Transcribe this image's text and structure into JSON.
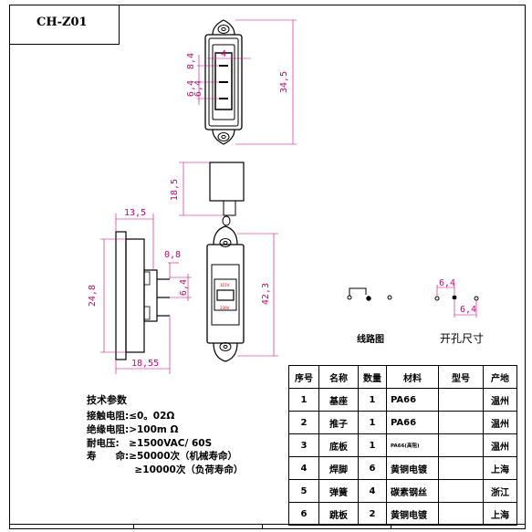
{
  "title": "CH-Z01",
  "top_view": {
    "dims": [
      "4",
      "8,4",
      "6,4",
      "6,4",
      "34,5"
    ]
  },
  "side_view": {
    "dims": [
      "13,5",
      "0,8",
      "6,4",
      "24,8",
      "18,55",
      "18,5"
    ]
  },
  "front_view": {
    "dims": [
      "42,3"
    ],
    "voltage_upper": "115V",
    "voltage_lower": "230V"
  },
  "hole_view": {
    "dims": [
      "6,4",
      "6,4"
    ]
  },
  "captions": {
    "wiring": "线路图",
    "hole": "开孔尺寸"
  },
  "specs": {
    "heading": "技术参数",
    "lines": [
      "接触电阻:≤0。02Ω",
      "绝缘电阻:>100m Ω",
      "耐电压:　≥1500VAC/ 60S",
      "寿　　命:≥50000次（机械寿命）",
      "　　　　　≥10000次（负荷寿命）"
    ]
  },
  "bom": {
    "headers": [
      "序号",
      "名称",
      "数量",
      "材料",
      "型号",
      "产地"
    ],
    "rows": [
      [
        "1",
        "基座",
        "1",
        "PA66",
        "",
        "温州"
      ],
      [
        "2",
        "推子",
        "1",
        "PA66",
        "",
        "温州"
      ],
      [
        "3",
        "底板",
        "1",
        "PA66(高阻)",
        "",
        "温州"
      ],
      [
        "4",
        "焊脚",
        "6",
        "黄铜电镀",
        "",
        "上海"
      ],
      [
        "5",
        "弹簧",
        "4",
        "碳素钢丝",
        "",
        "浙江"
      ],
      [
        "6",
        "跳板",
        "2",
        "黄铜电镀",
        "",
        "上海"
      ]
    ]
  }
}
